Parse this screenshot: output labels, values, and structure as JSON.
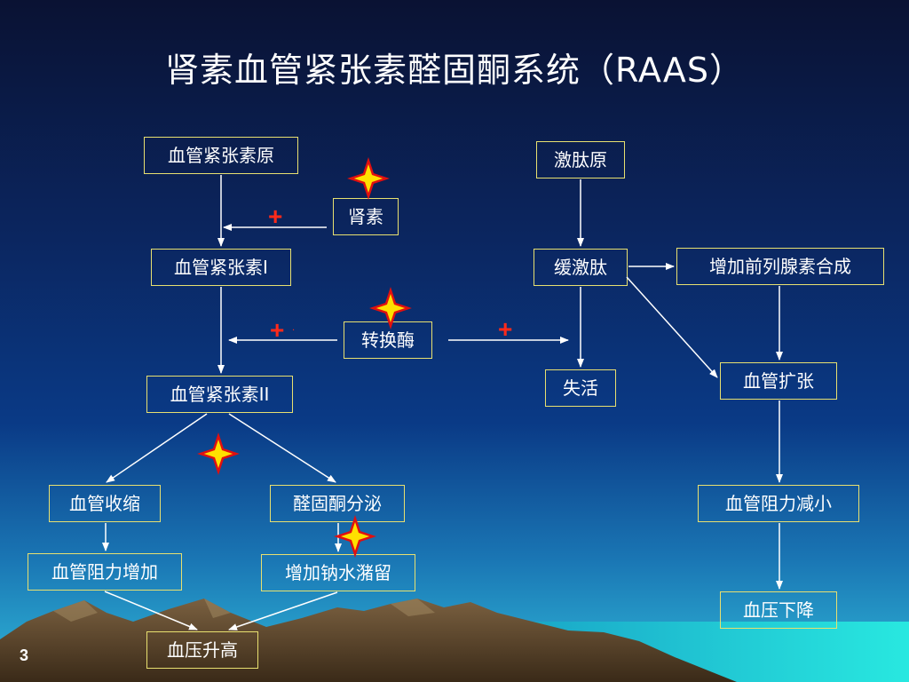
{
  "title": "肾素血管紧张素醛固酮系统（RAAS）",
  "slide_number": "3",
  "plus_sign": "+",
  "nodes": {
    "angiotensinogen": "血管紧张素原",
    "renin": "肾素",
    "angiotensin_1": "血管紧张素I",
    "ace": "转换酶",
    "angiotensin_2": "血管紧张素II",
    "vasoconstriction": "血管收缩",
    "aldosterone_secretion": "醛固酮分泌",
    "resistance_increase": "血管阻力增加",
    "sodium_water_retention": "增加钠水潴留",
    "bp_rise": "血压升高",
    "kininogen": "激肽原",
    "bradykinin": "缓激肽",
    "inactivation": "失活",
    "prostaglandin_synthesis": "增加前列腺素合成",
    "vasodilation": "血管扩张",
    "resistance_decrease": "血管阻力减小",
    "bp_fall": "血压下降"
  },
  "colors": {
    "node_border": "#e8e070",
    "arrow": "#ffffff",
    "plus": "#ff2a1a",
    "star_fill": "#ffe000",
    "star_outline": "#e01010"
  }
}
